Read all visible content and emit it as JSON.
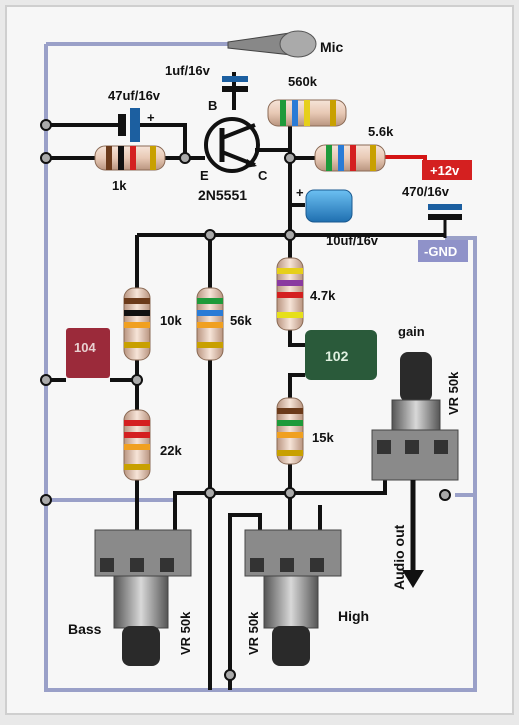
{
  "labels": {
    "mic": "Mic",
    "c_input": "1uf/16v",
    "r_bias": "560k",
    "base": "B",
    "c_emitter": "47uf/16v",
    "plus": "+",
    "r_collector": "5.6k",
    "r_emitter": "1k",
    "emitter": "E",
    "collector": "C",
    "transistor": "2N5551",
    "supply": "+12v",
    "c_supply": "470/16v",
    "c_coupling": "10uf/16v",
    "gnd": "-GND",
    "r_10k": "10k",
    "r_56k": "56k",
    "r_4k7": "4.7k",
    "c_104": "104",
    "c_102": "102",
    "gain": "gain",
    "gain_pot": "VR 50k",
    "r_22k": "22k",
    "r_15k": "15k",
    "audio_out": "Audio out",
    "bass": "Bass",
    "bass_pot": "VR 50k",
    "high_pot": "VR 50k",
    "high": "High"
  },
  "colors": {
    "wire_black": "#111111",
    "wire_ground": "#9aa0c8",
    "wire_supply": "#d41515",
    "supply_badge": "#d42020",
    "gnd_badge": "#8f92c9",
    "cap_104": "#9b2a3a",
    "cap_102": "#2a5a3a",
    "electrolytic": "#2d8fd6",
    "resistor_body": "#e8c9b5",
    "pot_body": "#2a2a2a",
    "pot_shaft": "#6e6e6e"
  }
}
